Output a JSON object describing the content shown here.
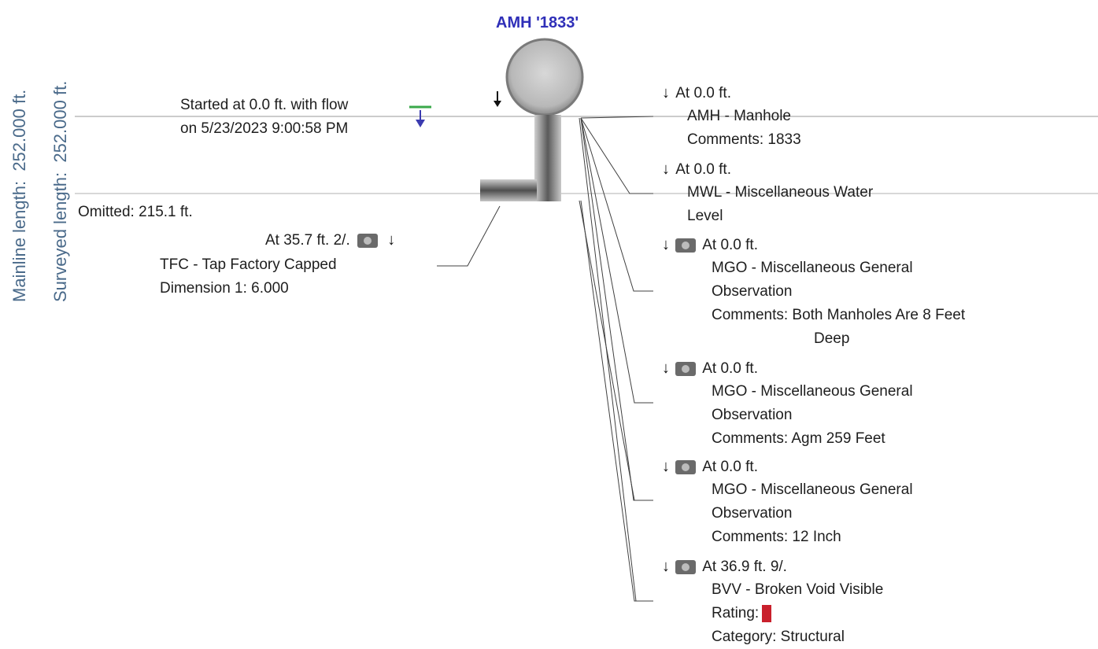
{
  "side_labels": {
    "mainline": "Mainline length:  252.000 ft.",
    "surveyed": "Surveyed length:  252.000 ft."
  },
  "manhole_title": "AMH '1833'",
  "start": {
    "line1": "Started at 0.0 ft. with flow",
    "line2": "on 5/23/2023 9:00:58 PM"
  },
  "omitted": "Omitted: 215.1  ft.",
  "tap": {
    "line1": "At 35.7 ft. 2/.",
    "line2": "TFC - Tap Factory Capped",
    "line3": "Dimension 1: 6.000"
  },
  "observations": [
    {
      "position": "At 0.0 ft.",
      "code": "AMH - Manhole",
      "extra": [
        "Comments: 1833"
      ],
      "camera": false
    },
    {
      "position": "At 0.0 ft.",
      "code": "MWL - Miscellaneous Water",
      "extra": [
        "Level"
      ],
      "camera": false
    },
    {
      "position": "At 0.0 ft.",
      "code": "MGO - Miscellaneous General",
      "extra": [
        "Observation",
        "Comments: Both Manholes Are 8 Feet",
        "Deep"
      ],
      "camera": true
    },
    {
      "position": "At 0.0 ft.",
      "code": "MGO - Miscellaneous General",
      "extra": [
        "Observation",
        "Comments: Agm 259 Feet"
      ],
      "camera": true
    },
    {
      "position": "At 0.0 ft.",
      "code": "MGO - Miscellaneous General",
      "extra": [
        "Observation",
        "Comments: 12 Inch"
      ],
      "camera": true
    },
    {
      "position": "At 36.9 ft. 9/.",
      "code": "BVV - Broken Void Visible",
      "extra": [
        "Rating:",
        "Category: Structural"
      ],
      "camera": true
    }
  ],
  "icons": {
    "down_arrow": "down-arrow-icon",
    "camera": "camera-icon",
    "flow": "flow-indicator-icon"
  },
  "colors": {
    "title": "#2f2fb8",
    "side_label": "#4a6a8a",
    "rating": "#c9202c",
    "flow_green": "#3aa84a",
    "flow_blue": "#3b3bb0"
  }
}
